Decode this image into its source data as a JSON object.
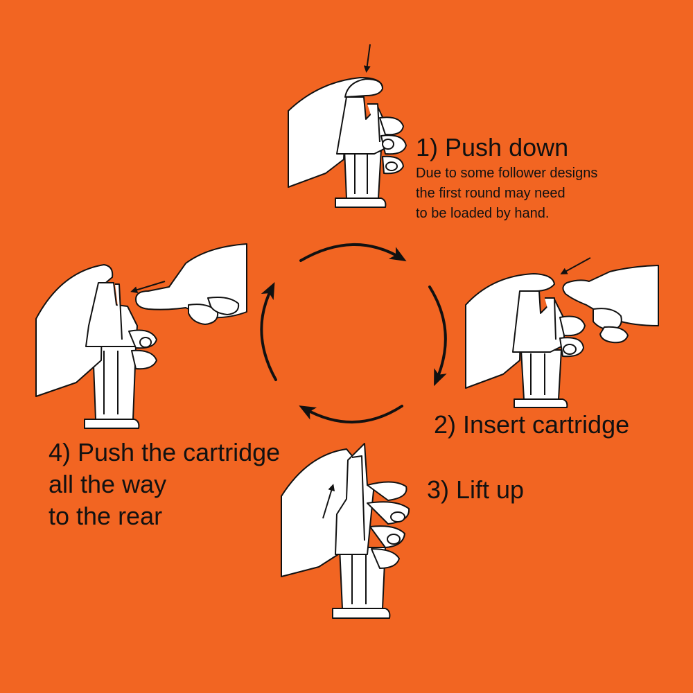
{
  "colors": {
    "background": "#f26522",
    "ink": "#111111",
    "illustration_fill": "#ffffff"
  },
  "steps": [
    {
      "title": "1) Push down",
      "note_lines": [
        "Due to some follower designs",
        "the first round may need",
        "to be loaded by hand."
      ]
    },
    {
      "title": "2) Insert cartridge"
    },
    {
      "title": "3) Lift up"
    },
    {
      "title_lines": [
        "4) Push the cartridge",
        "all the way",
        "to the rear"
      ]
    }
  ],
  "cycle_arrows": [
    "top-right",
    "right-down",
    "bottom-left",
    "left-up"
  ]
}
